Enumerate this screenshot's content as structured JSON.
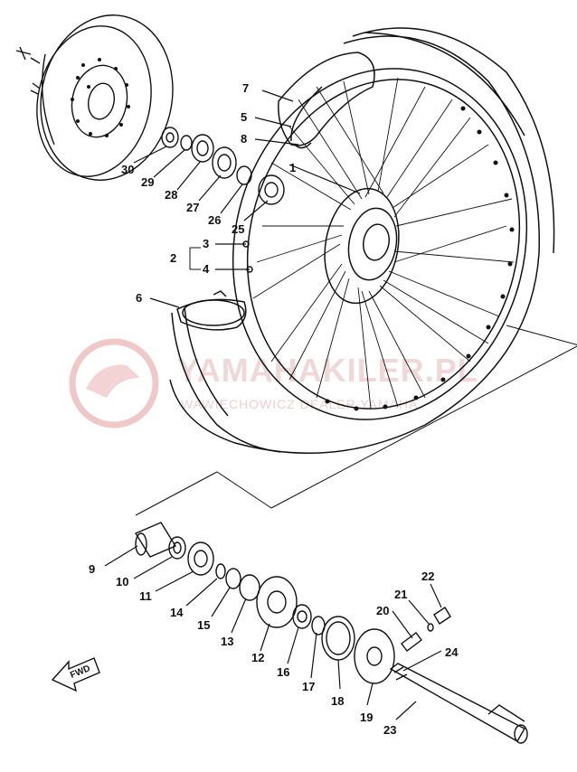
{
  "watermark": {
    "brand": "YAMAHAKILER.PL",
    "tagline": "WAWIECHOWICZ DEALER YAMAHA"
  },
  "fwd_label": "FWD",
  "callouts": {
    "c1": "1",
    "c2": "2",
    "c3": "3",
    "c4": "4",
    "c5": "5",
    "c6": "6",
    "c7": "7",
    "c8": "8",
    "c9": "9",
    "c10": "10",
    "c11": "11",
    "c12": "12",
    "c13": "13",
    "c14": "14",
    "c15": "15",
    "c16": "16",
    "c17": "17",
    "c18": "18",
    "c19": "19",
    "c20": "20",
    "c21": "21",
    "c22": "22",
    "c23": "23",
    "c24": "24",
    "c25": "25",
    "c26": "26",
    "c27": "27",
    "c28": "28",
    "c29": "29",
    "c30": "30"
  },
  "colors": {
    "ink": "#111111",
    "watermark": "#e9c9c9"
  }
}
